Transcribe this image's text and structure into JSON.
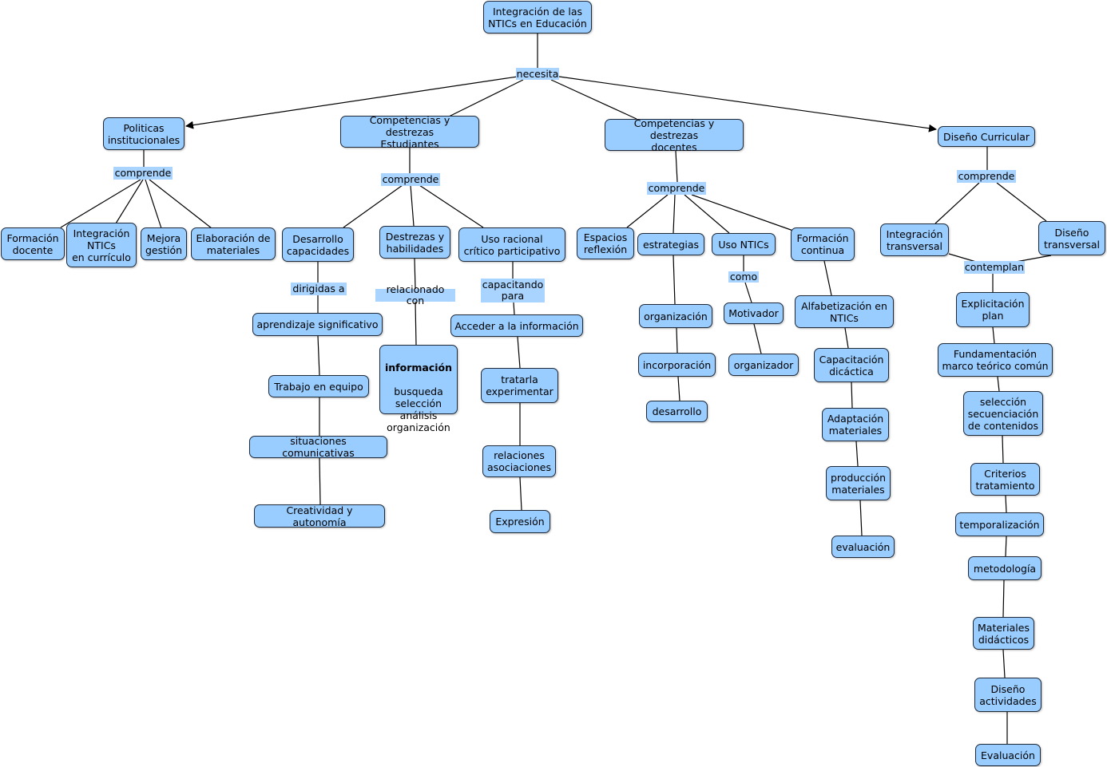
{
  "map": {
    "root": "Integración de las\nNTICs en Educación",
    "necesita": "necesita",
    "comprende_label": "comprende",
    "branches": {
      "politicas": {
        "title": "Politicas\ninstitucionales",
        "items": [
          "Formación\ndocente",
          "Integración\nNTICs\nen currículo",
          "Mejora\ngestión",
          "Elaboración de\nmateriales"
        ]
      },
      "estudiantes": {
        "title": "Competencias y destrezas\nEstudiantes",
        "desarrollo": "Desarrollo\ncapacidades",
        "dirigidas": "dirigidas a",
        "desarrollo_chain": [
          "aprendizaje significativo",
          "Trabajo en equipo",
          "situaciones comunicativas",
          "Creatividad y autonomía"
        ],
        "destrezas": "Destrezas y\nhabilidades",
        "relacionado": "relacionado con",
        "informacion_head": "información",
        "informacion_rest": "busqueda\nselección\nanálisis\norganización",
        "uso": "Uso racional\ncrítico participativo",
        "capacitando": "capacitando\npara",
        "uso_chain": [
          "Acceder a la información",
          "tratarla\nexperimentar",
          "relaciones\nasociaciones",
          "Expresión"
        ]
      },
      "docentes": {
        "title": "Competencias y destrezas\ndocentes",
        "espacios": "Espacios\nreflexión",
        "estrategias": "estrategias",
        "estrategias_chain": [
          "organización",
          "incorporación",
          "desarrollo"
        ],
        "uso_ntics": "Uso NTICs",
        "como": "como",
        "uso_chain": [
          "Motivador",
          "organizador"
        ],
        "formacion": "Formación\ncontinua",
        "formacion_chain": [
          "Alfabetización en\nNTICs",
          "Capacitación\ndicáctica",
          "Adaptación\nmateriales",
          "producción\nmateriales",
          "evaluación"
        ]
      },
      "diseno": {
        "title": "Diseño Curricular",
        "integracion": "Integración\ntransversal",
        "diseno_t": "Diseño\ntransversal",
        "contemplan": "contemplan",
        "chain": [
          "Explicitación\nplan",
          "Fundamentación\nmarco teórico común",
          "selección\nsecuenciación\nde contenidos",
          "Criterios\ntratamiento",
          "temporalización",
          "metodología",
          "Materiales\ndidácticos",
          "Diseño\nactividades",
          "Evaluación"
        ]
      }
    }
  }
}
